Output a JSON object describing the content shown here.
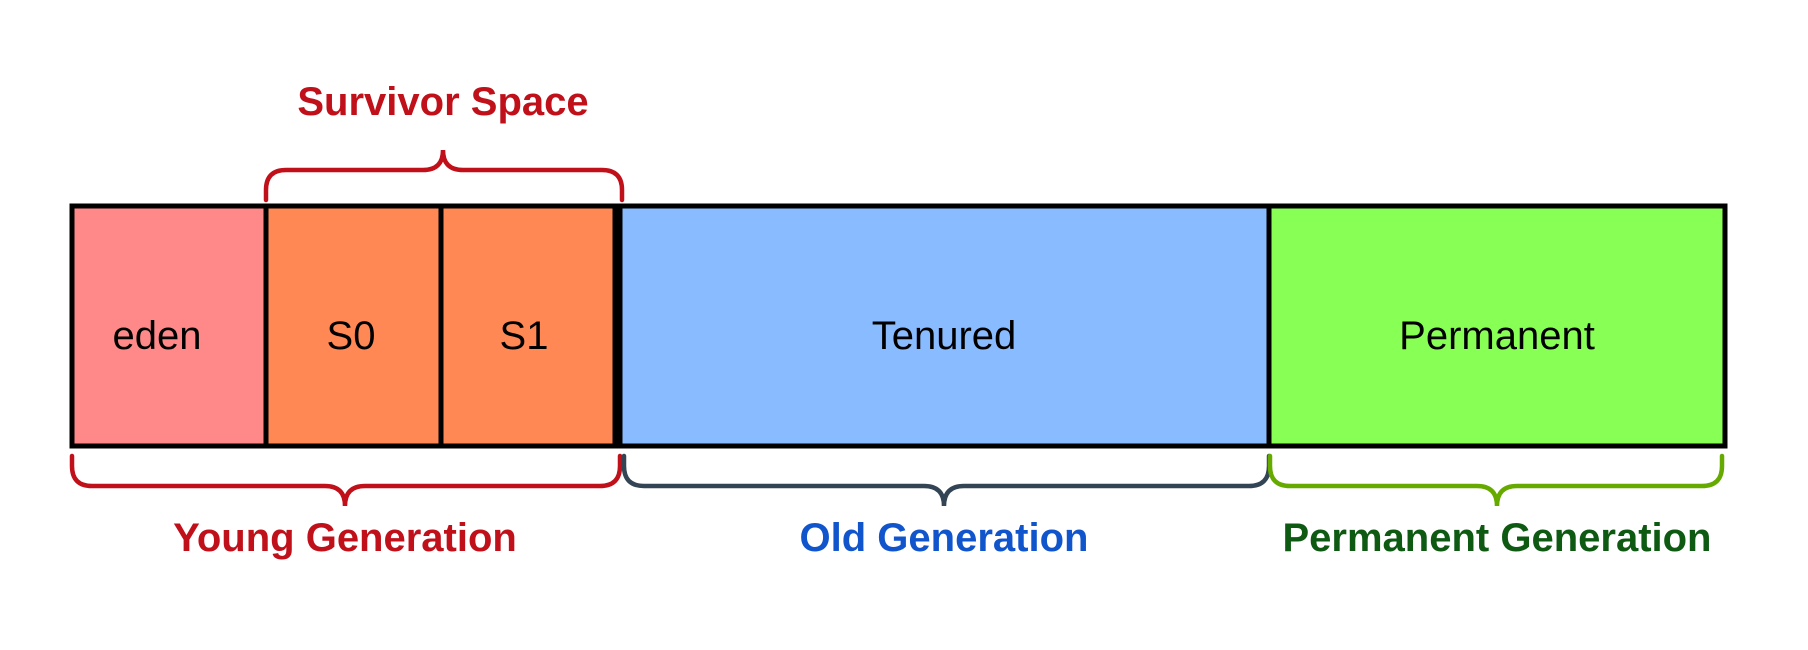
{
  "regions": {
    "eden": {
      "label": "eden",
      "color": "#FF8888"
    },
    "s0": {
      "label": "S0",
      "color": "#FF8855"
    },
    "s1": {
      "label": "S1",
      "color": "#FF8855"
    },
    "tenured": {
      "label": "Tenured",
      "color": "#88BBFF"
    },
    "permanent": {
      "label": "Permanent",
      "color": "#88FF55"
    }
  },
  "groups": {
    "survivor": {
      "label": "Survivor Space",
      "color": "#C0101A"
    },
    "young": {
      "label": "Young Generation",
      "color": "#C0101A"
    },
    "old": {
      "label": "Old Generation",
      "color": "#1155CC",
      "brace_color": "#334455"
    },
    "permanent": {
      "label": "Permanent Generation",
      "color": "#0E5A12",
      "brace_color": "#66AA00"
    }
  }
}
